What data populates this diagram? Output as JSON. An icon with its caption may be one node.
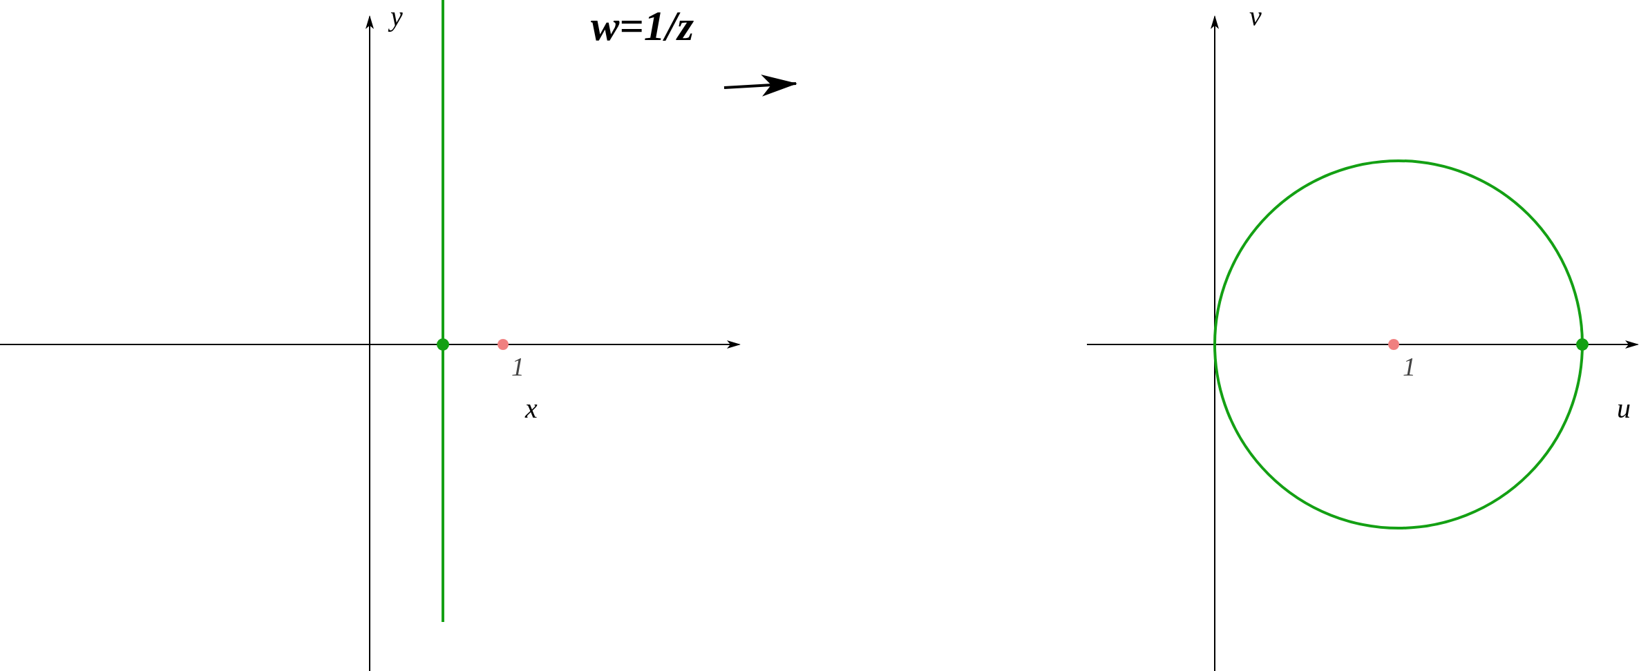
{
  "diagram": {
    "labels": [
      "w=1/z",
      "y",
      "x",
      "1",
      "v",
      "u",
      "1"
    ]
  }
}
